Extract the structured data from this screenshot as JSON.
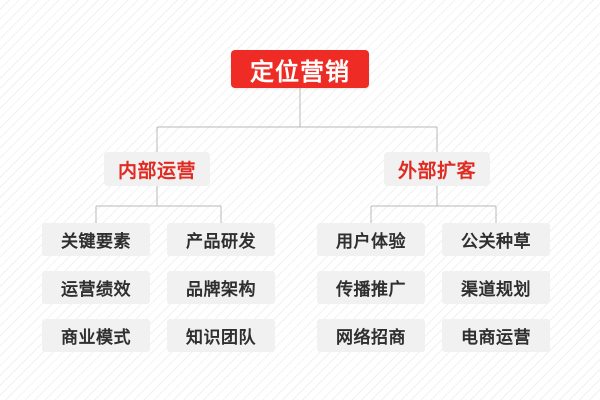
{
  "diagram": {
    "title_text": "定位营销",
    "colors": {
      "root_bg": "#ee2b24",
      "root_text": "#ffffff",
      "branch_bg": "#f1f1f1",
      "branch_text": "#e02b22",
      "leaf_bg": "#f1f1f1",
      "leaf_text": "#2f2f2f",
      "connector": "#b9b9b9",
      "page_bg": "#ffffff"
    },
    "root": {
      "label": "定位营销"
    },
    "branches": [
      {
        "label": "内部运营",
        "leaves": [
          {
            "label": "关键要素"
          },
          {
            "label": "产品研发"
          },
          {
            "label": "运营绩效"
          },
          {
            "label": "品牌架构"
          },
          {
            "label": "商业模式"
          },
          {
            "label": "知识团队"
          }
        ]
      },
      {
        "label": "外部扩客",
        "leaves": [
          {
            "label": "用户体验"
          },
          {
            "label": "公关种草"
          },
          {
            "label": "传播推广"
          },
          {
            "label": "渠道规划"
          },
          {
            "label": "网络招商"
          },
          {
            "label": "电商运营"
          }
        ]
      }
    ]
  }
}
